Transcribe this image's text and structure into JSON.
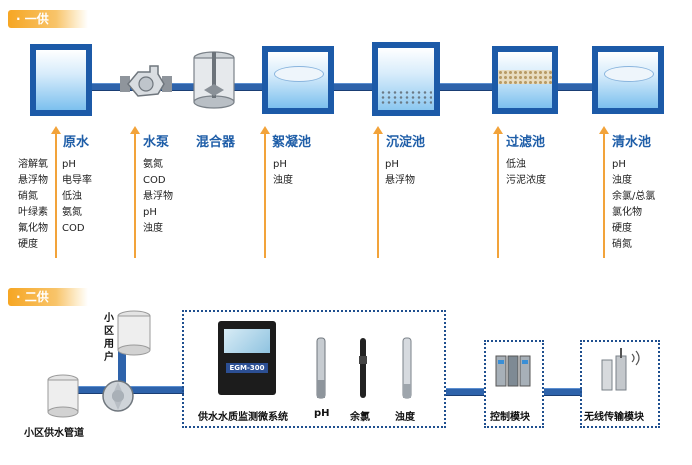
{
  "section1": {
    "tag": "· 一供",
    "stages": [
      {
        "name": "原水",
        "params_col1": [
          "溶解氧",
          "悬浮物",
          "硝氮",
          "叶绿素",
          "氟化物",
          "硬度"
        ],
        "params_col2": [
          "pH",
          "电导率",
          "低浊",
          "氨氮",
          "COD"
        ]
      },
      {
        "name": "水泵",
        "params_col1": [
          "氨氮",
          "COD",
          "悬浮物",
          "pH",
          "浊度"
        ],
        "params_col2": []
      },
      {
        "name": "混合器",
        "params_col1": [],
        "params_col2": []
      },
      {
        "name": "絮凝池",
        "params_col1": [
          "pH",
          "浊度"
        ],
        "params_col2": []
      },
      {
        "name": "沉淀池",
        "params_col1": [
          "pH",
          "悬浮物"
        ],
        "params_col2": []
      },
      {
        "name": "过滤池",
        "params_col1": [
          "低浊",
          "污泥浓度"
        ],
        "params_col2": []
      },
      {
        "name": "清水池",
        "params_col1": [
          "pH",
          "浊度",
          "余氯/总氯",
          "氯化物",
          "硬度",
          "硝氮"
        ],
        "params_col2": []
      }
    ]
  },
  "section2": {
    "tag": "· 二供",
    "community_user_line1": "小区",
    "community_user_line2": "用户",
    "community_pipe": "小区供水管道",
    "monitor_caption": "供水水质监测微系统",
    "device_screen_label": "EGM-300",
    "sensors": [
      {
        "label": "pH"
      },
      {
        "label": "余氯"
      },
      {
        "label": "浊度"
      }
    ],
    "control_module": "控制模块",
    "wireless_module": "无线传输模块"
  },
  "colors": {
    "pipe": "#2e63ab",
    "tank_border": "#1c5aa8",
    "label_blue": "#1f5ea8",
    "arrow": "#f2a33a",
    "tag": "#f6a623"
  }
}
